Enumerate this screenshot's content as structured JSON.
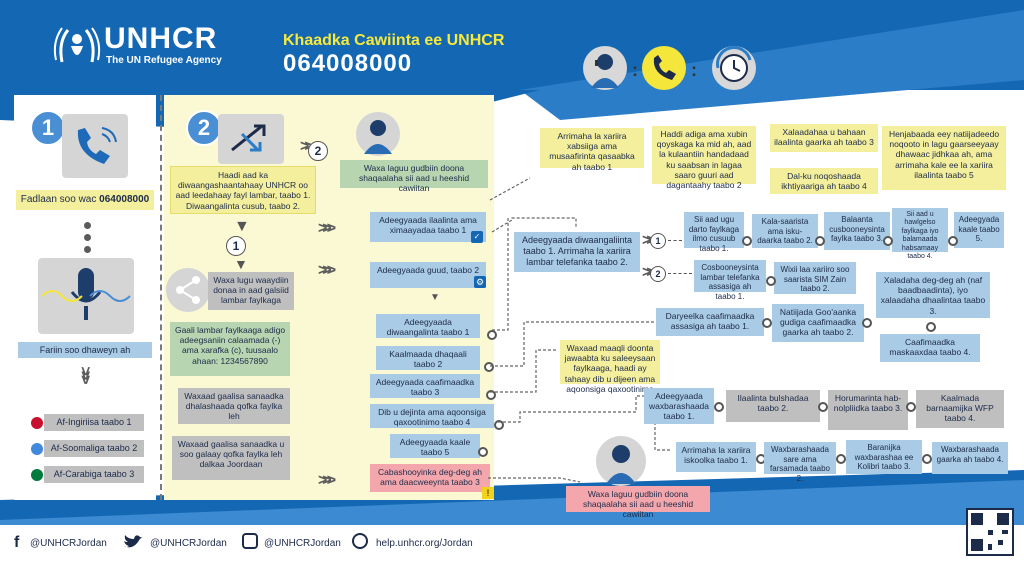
{
  "header": {
    "logo_name": "UNHCR",
    "logo_sub": "The UN Refugee Agency",
    "title": "Khaadka Cawiinta ee UNHCR",
    "phone": "064008000"
  },
  "step1": {
    "number": "1",
    "call_text": "Fadlaan soo wac ",
    "call_number": "064008000",
    "voice_text": "Fariin soo dhaweyn ah",
    "languages": [
      {
        "label": "Af-Ingiriisa taabo 1",
        "flag": "uk-flag-icon"
      },
      {
        "label": "Af-Soomaliga taabo 2",
        "flag": "somalia-flag-icon"
      },
      {
        "label": "Af-Carabiga taabo 3",
        "flag": "jordan-flag-icon"
      }
    ]
  },
  "step2": {
    "number": "2",
    "intro": "Haadi aad ka diwaangashaantahaay UNHCR oo aad leedahaay fayl lambar, taabo 1. Diwaangalinta cusub, taabo 2.",
    "opt2": "2",
    "agent_text": "Waxa laguu gudbiin doona shaqaalaha sii aad u heeshid cawiitan",
    "opt1": "1",
    "share_text": "Waxa lugu waaydiin donaa in aad galsiid lambar faylkaga",
    "file_hint": "Gaali lambar faylkaaga adigo adeegsaniin calaamada (-) ama xarafka (c), tuusaalo ahaan: 1234567890",
    "enter_file": "Waxaad gaalisa sanaadka dhalashaada qofka faylka leh",
    "enter_jordan": "Waxaad gaalisa sanaadka u soo galaay qofka faylka leh dalkaa Joordaan"
  },
  "menu": [
    {
      "text": "Adeegyaada ilaalinta ama ximaayadaa taabo 1",
      "icon": "shield-icon"
    },
    {
      "text": "Adeegyaada guud, taabo 2",
      "icon": "gear-icon"
    },
    {
      "text": "Adeegyaada diwaangalinta taabo 1",
      "icon": "doc-icon"
    },
    {
      "text": "Kaalmaada dhaqaali taabo 2",
      "icon": "lock-icon"
    },
    {
      "text": "Adeegyaada caafimaadka taabo 3",
      "icon": "health-icon"
    },
    {
      "text": "Dib u dejinta ama aqoonsiga qaxootinimo taabo 4",
      "icon": "globe-icon"
    },
    {
      "text": "Adeegyaada kaale taabo 5",
      "icon": "settings-icon"
    },
    {
      "text": "Cabashooyinka deg-deg ah ama daacweeynta taabo 3",
      "icon": "warning-icon"
    }
  ],
  "top_boxes": [
    "Arrimaha la xariira xabsiiga ama musaafirinta qasaabka ah taabo 1",
    "Haddi adiga ama xubin qoyskaga ka mid ah, aad la kulaantiin handadaad ku saabsan in lagaa saaro guuri aad dagantaahy taabo 2",
    "Xalaadahaa u bahaan ilaalinta gaarka ah taabo 3",
    "Dal-ku noqoshaada ikhtiyaariga ah taabo 4",
    "Henjabaada eey natiijadeedo noqooto in lagu gaarseeyaay dhawaac jidhkaa ah, ama arrimaha kale ee la xariira ilaalinta taabo 5"
  ],
  "reg": {
    "main": "Adeegyaada diwaangaliinta taabo 1. Arrimaha la xariira lambar telefanka taabo 2.",
    "label1": "1",
    "label2": "2",
    "row1": [
      "Sii aad ugu darto faylkaga ilmo cusuub taabo 1.",
      "Kala-saarista ama isku-daarka taabo 2.",
      "Balaanta cusbooneysinta faylka taabo 3.",
      "Sii aad u hawlgelso faylkaga iyo balamaada habsamaay taabo 4.",
      "Adeegyada kaale taabo 5."
    ],
    "row2": [
      "Cosbooneysinta lambar telefanka assasiga ah taabo 1.",
      "Wixii laa xariiro soo saarista SIM Zain taabo 2."
    ]
  },
  "health": {
    "h1": "Daryeelka caafimaadka assasiga ah taabo 1.",
    "h2": "Natiijada Goo'aanka gudiga caafimaadka gaarka ah taabo 2.",
    "h3": "Xaladaha deg-deg ah (naf baadbaadinta), iyo xalaadaha dhaalintaa taabo 3.",
    "h4": "Caafimaadka maskaaxdaa taabo 4."
  },
  "resettle_text": "Waxaad maaqli doonta jawaabta ku saleeysaan faylkaaga, haadi ay tahaay dib u dijeen ama aqoonsiga qaxootinimo",
  "other": {
    "main": "Adeegyaada waxbarashaada taabo 1.",
    "row1": [
      "Ilaalinta bulshadaa taabo 2.",
      "Horumarinta hab-nolpliidka taabo 3.",
      "Kaalmada barnaamijka WFP taabo 4."
    ],
    "row2": [
      "Arrimaha la xariira iskoolka taabo 1.",
      "Waxbarashaada sare ama farsamada taabo 2.",
      "Baranijka waxbarashaa ee Kolibri taabo 3.",
      "Waxbarashaada gaarka ah taabo 4."
    ]
  },
  "agent_bottom": "Waxa laguu gudbiin doona shaqaalaha sii aad u heeshid cawiitan",
  "footer": {
    "facebook": "@UNHCRJordan",
    "twitter": "@UNHCRJordan",
    "instagram": "@UNHCRJordan",
    "web": "help.unhcr.org/Jordan"
  },
  "colors": {
    "header_blue": "#1468b3",
    "yellow": "#f4ef9c",
    "blue_box": "#a9cbe5",
    "green_box": "#b6d5b0",
    "gray_box": "#bfbfbf",
    "pink_box": "#f3a7ac"
  }
}
